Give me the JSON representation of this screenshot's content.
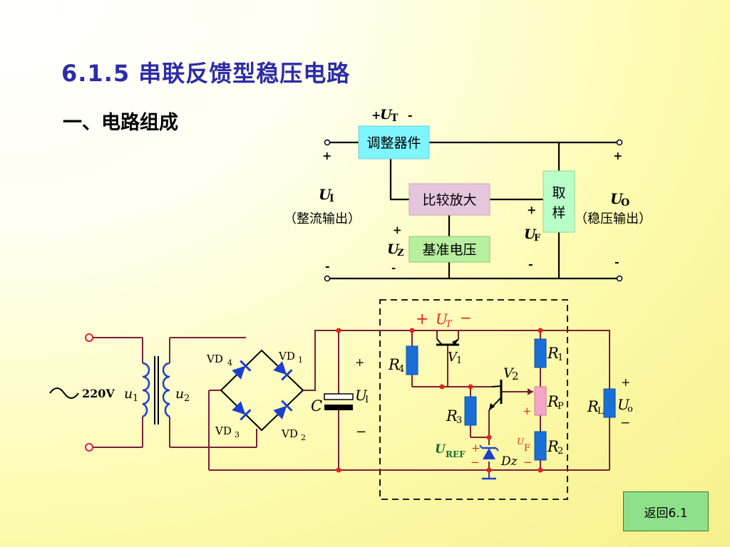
{
  "slide": {
    "title": "6.1.5  串联反馈型稳压电路",
    "subtitle": "一、电路组成",
    "back_button": "返回6.1"
  },
  "block": {
    "ut_plus": "+",
    "ut_label": "U",
    "ut_sub": "T",
    "ut_minus": "-",
    "regulator": "调整器件",
    "comparator": "比较放大",
    "reference": "基准电压",
    "sampler_line1": "取",
    "sampler_line2": "样",
    "in_plus": "+",
    "in_minus": "-",
    "ui_label": "U",
    "ui_sub": "I",
    "ui_note": "（整流输出）",
    "uz_plus": "+",
    "uz_label": "U",
    "uz_sub": "Z",
    "uz_minus": "-",
    "uf_plus": "+",
    "uf_label": "U",
    "uf_sub": "F",
    "uf_minus": "-",
    "out_plus": "+",
    "out_minus": "-",
    "uo_label": "U",
    "uo_sub": "O",
    "uo_note": "（稳压输出）"
  },
  "circuit": {
    "source": "220V",
    "u1": "u",
    "u1_sub": "1",
    "u2": "u",
    "u2_sub": "2",
    "vd1": "VD",
    "vd1_sub": "1",
    "vd2": "VD",
    "vd2_sub": "2",
    "vd3": "VD",
    "vd3_sub": "3",
    "vd4": "VD",
    "vd4_sub": "4",
    "cap": "C",
    "ui_plus": "+",
    "ui": "U",
    "ui_sub": "I",
    "ui_minus": "−",
    "r4": "R",
    "r4_sub": "4",
    "r3": "R",
    "r3_sub": "3",
    "ut_plus": "+",
    "ut": "U",
    "ut_sub": "T",
    "ut_minus": "−",
    "v1": "V",
    "v1_sub": "1",
    "v2": "V",
    "v2_sub": "2",
    "r1": "R",
    "r1_sub": "1",
    "rp": "R",
    "rp_sub": "P",
    "r2": "R",
    "r2_sub": "2",
    "rl": "R",
    "rl_sub": "L",
    "uo_plus": "+",
    "uo": "U",
    "uo_sub": "o",
    "uo_minus": "−",
    "uf_plus": "+",
    "uf": "U",
    "uf_sub": "F",
    "uf_minus": "−",
    "uref": "U",
    "uref_sub": "REF",
    "uref_plus": "+",
    "uref_minus": "−",
    "dz": "Dz"
  },
  "colors": {
    "title": "#2c2ca8",
    "wire": "#7a1f3a",
    "component_blue": "#1a6fd6",
    "diode_blue": "#1d3fd0",
    "rp_pink": "#f5a6c8",
    "label_red": "#e0241b",
    "regulator_box": "#7ff5ff",
    "comparator_box": "#e6c6dc",
    "reference_box": "#b8f0a0",
    "sampler_box": "#b8ffc8",
    "back_button": "#8fe08a"
  }
}
